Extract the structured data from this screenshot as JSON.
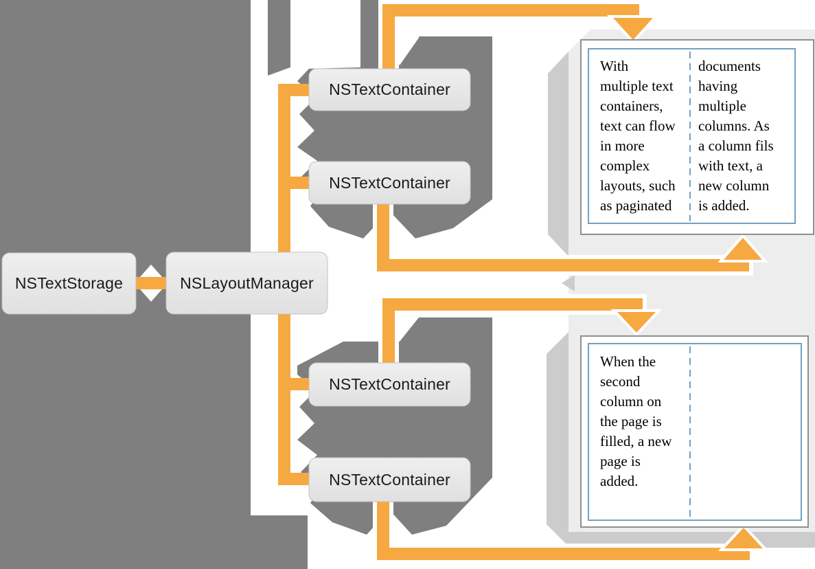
{
  "diagram": {
    "nodes": [
      {
        "id": "text-storage",
        "label": "NSTextStorage"
      },
      {
        "id": "layout-manager",
        "label": "NSLayoutManager"
      },
      {
        "id": "text-container-1",
        "label": "NSTextContainer"
      },
      {
        "id": "text-container-2",
        "label": "NSTextContainer"
      },
      {
        "id": "text-container-3",
        "label": "NSTextContainer"
      },
      {
        "id": "text-container-4",
        "label": "NSTextContainer"
      }
    ],
    "pages": [
      {
        "columns": [
          {
            "text": "With\nmultiple text\ncontainers,\ntext can flow\nin more\ncomplex\nlayouts, such\nas paginated"
          },
          {
            "text": "documents\nhaving\nmultiple\ncolumns. As\na column fils\nwith text, a\nnew column\nis added."
          }
        ]
      },
      {
        "columns": [
          {
            "text": "When the\nsecond\ncolumn on\nthe page is\nfilled, a new\npage is\nadded."
          },
          {
            "text": ""
          }
        ]
      }
    ],
    "colors": {
      "connector_orange": "#f6a841",
      "background_gray": "#7f7f7f",
      "panel_light": "#ededed",
      "panel_band": "#cccccc",
      "node_fill": "#e8e8e8",
      "page_border": "#8f8f8f",
      "column_border": "#72a0c1",
      "text": "#1a1a1a"
    }
  }
}
